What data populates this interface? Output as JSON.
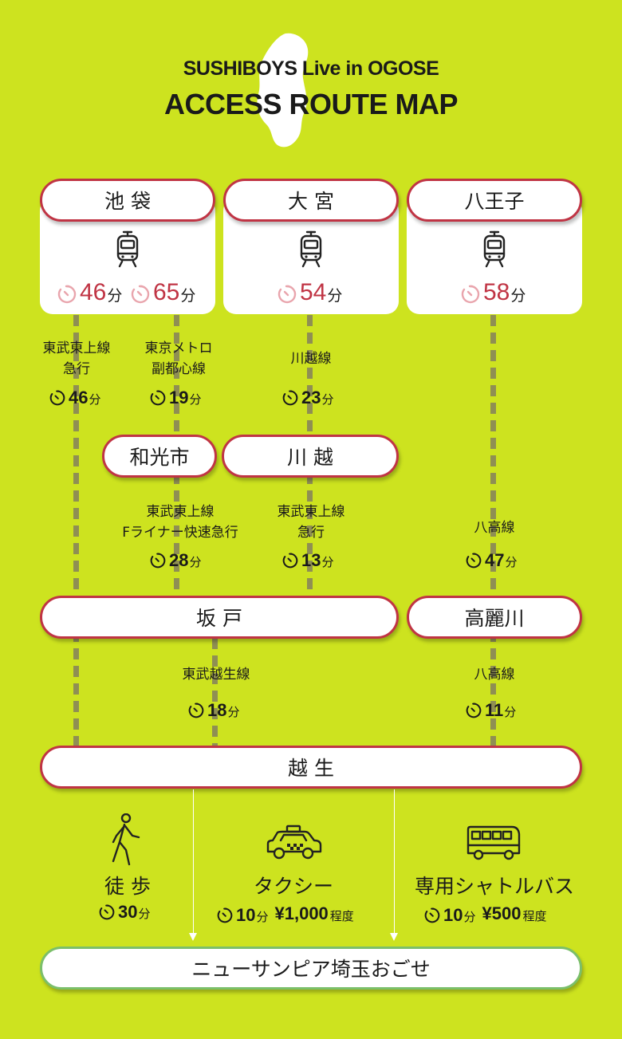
{
  "header": {
    "title_line1": "SUSHIBOYS Live in OGOSE",
    "title_line2": "ACCESS ROUTE MAP"
  },
  "colors": {
    "background": "#cde31f",
    "accent_red": "#c03444",
    "accent_green": "#7bbf6a",
    "line": "#8f8f53"
  },
  "origins": [
    {
      "name": "池 袋",
      "icon": "train-icon",
      "times": [
        {
          "num": "46",
          "unit": "分"
        },
        {
          "num": "65",
          "unit": "分"
        }
      ]
    },
    {
      "name": "大 宮",
      "icon": "train-icon",
      "times": [
        {
          "num": "54",
          "unit": "分"
        }
      ]
    },
    {
      "name": "八王子",
      "icon": "train-icon",
      "times": [
        {
          "num": "58",
          "unit": "分"
        }
      ]
    }
  ],
  "segments": {
    "tobu_tojo_express": {
      "line1": "東武東上線",
      "line2": "急行",
      "num": "46",
      "unit": "分"
    },
    "metro_fukutoshin": {
      "line1": "東京メトロ",
      "line2": "副都心線",
      "num": "19",
      "unit": "分"
    },
    "kawagoe_line": {
      "line1": "川越線",
      "num": "23",
      "unit": "分"
    },
    "f_liner": {
      "line1": "東武東上線",
      "line2": "Fライナー快速急行",
      "num": "28",
      "unit": "分"
    },
    "tojo_express_kawagoe": {
      "line1": "東武東上線",
      "line2": "急行",
      "num": "13",
      "unit": "分"
    },
    "hachiko_1": {
      "line1": "八高線",
      "num": "47",
      "unit": "分"
    },
    "ogose_line": {
      "line1": "東武越生線",
      "num": "18",
      "unit": "分"
    },
    "hachiko_2": {
      "line1": "八高線",
      "num": "11",
      "unit": "分"
    }
  },
  "stations": {
    "wakoshi": "和光市",
    "kawagoe": "川 越",
    "sakado": "坂 戸",
    "komagawa": "高麗川",
    "ogose": "越 生"
  },
  "transport": [
    {
      "icon": "walking-person-icon",
      "label": "徒 歩",
      "num": "30",
      "unit": "分"
    },
    {
      "icon": "taxi-icon",
      "label": "タクシー",
      "num": "10",
      "unit": "分",
      "price": "¥1,000",
      "approx": "程度"
    },
    {
      "icon": "bus-icon",
      "label": "専用シャトルバス",
      "num": "10",
      "unit": "分",
      "price": "¥500",
      "approx": "程度"
    }
  ],
  "destination": "ニューサンピア埼玉おごせ"
}
